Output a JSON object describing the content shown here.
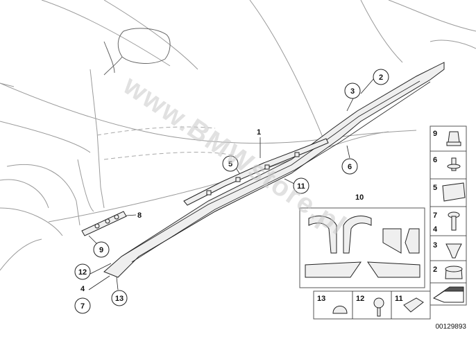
{
  "diagram": {
    "callouts": {
      "c1": "1",
      "c2": "2",
      "c3": "3",
      "c5": "5",
      "c6": "6",
      "c8": "8",
      "c9": "9",
      "c10": "10",
      "c11": "11",
      "c12": "12",
      "c4": "4",
      "c7": "7",
      "c13": "13"
    },
    "legend_side": [
      "9",
      "6",
      "5",
      "7",
      "4",
      "3",
      "2"
    ],
    "legend_bottom": [
      "13",
      "12",
      "11"
    ],
    "diagram_id": "00129893",
    "watermark": "www.BMWstore.pl"
  }
}
